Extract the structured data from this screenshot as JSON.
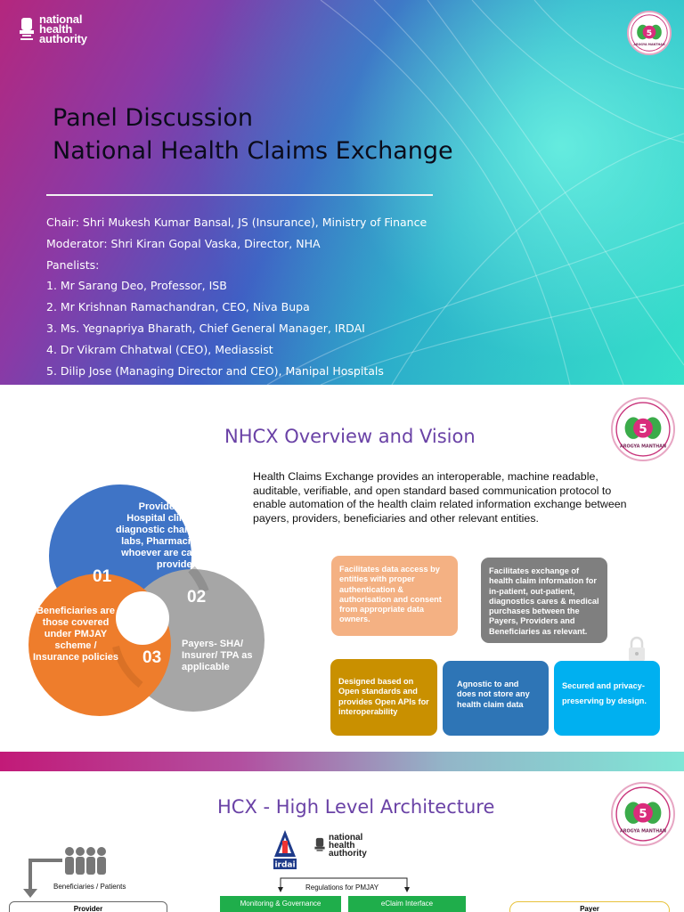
{
  "slide1": {
    "logo_text": [
      "national",
      "health",
      "authority"
    ],
    "seal_text": "AROGYA MANTHAN",
    "title_line1": "Panel Discussion",
    "title_line2": "National Health Claims Exchange",
    "lines": [
      "Chair: Shri Mukesh Kumar Bansal, JS (Insurance), Ministry of Finance",
      "Moderator: Shri Kiran Gopal Vaska, Director, NHA",
      "Panelists:",
      "1. Mr Sarang Deo, Professor, ISB",
      "2. Mr Krishnan Ramachandran, CEO, Niva Bupa",
      "3. Ms. Yegnapriya Bharath, Chief General Manager, IRDAI",
      "4. Dr Vikram Chhatwal (CEO), Mediassist",
      "5. Dilip Jose (Managing Director and CEO), Manipal Hospitals"
    ]
  },
  "slide2": {
    "title": "NHCX Overview and Vision",
    "description": "Health Claims Exchange provides an interoperable, machine readable, auditable, verifiable,  and open standard based communication protocol to enable automation of the health claim related information exchange between payers, providers, beneficiaries and other relevant entities.",
    "venn": {
      "blue_text": "Providers are Hospital clinics, diagnostic chains, labs, Pharmacies whoever are care providers",
      "orange_text": "Beneficiaries are those covered under PMJAY scheme / Insurance policies",
      "grey_text": "Payers- SHA/ Insurer/ TPA as applicable",
      "num1": "01",
      "num2": "02",
      "num3": "03",
      "colors": {
        "blue": "#3f74c6",
        "orange": "#ee7d2c",
        "grey": "#a6a6a6"
      }
    },
    "boxes": [
      {
        "text": "Facilitates data access by entities with proper authentication & authorisation and consent from appropriate data owners.",
        "color": "#f4b183"
      },
      {
        "text": "Facilitates exchange of health claim information for in-patient, out-patient, diagnostics cares & medical purchases between the Payers, Providers and Beneficiaries as relevant.",
        "color": "#7f7f7f"
      },
      {
        "text": "Designed based on Open standards and provides Open APIs for interoperability",
        "color": "#c99000"
      },
      {
        "text": "Agnostic to and does not store any health claim data",
        "color": "#2e75b6"
      },
      {
        "text": "Secured and privacy-preserving by design.",
        "color": "#00b0f0"
      }
    ]
  },
  "slide3": {
    "title": "HCX - High Level Architecture",
    "beneficiaries_label": "Beneficiaries / Patients",
    "irdai_label": "irdai",
    "nha_text": [
      "national",
      "health",
      "authority"
    ],
    "regulations_label": "Regulations for PMJAY",
    "monitoring_label": "Monitoring & Governance",
    "eclaim_label": "eClaim  Interface",
    "provider_label": "Provider",
    "payer_label": "Payer"
  }
}
